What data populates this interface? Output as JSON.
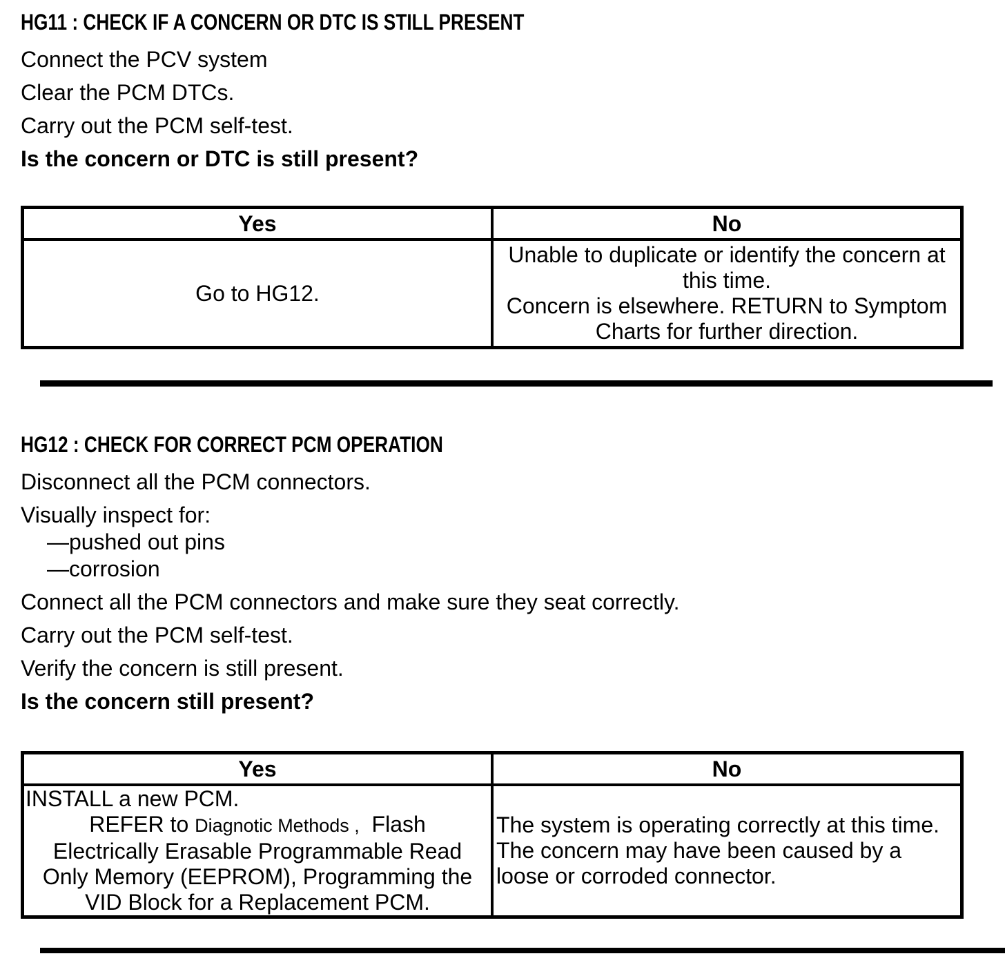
{
  "page": {
    "background_color": "#ffffff",
    "text_color": "#000000",
    "rule_color": "#000000"
  },
  "section_hg11": {
    "heading": "HG11 : CHECK IF A CONCERN OR DTC IS STILL PRESENT",
    "steps": [
      "Connect the PCV system",
      "Clear the PCM DTCs.",
      "Carry out the PCM self-test."
    ],
    "question": "Is the concern or DTC is still present?",
    "table": {
      "headers": [
        "Yes",
        "No"
      ],
      "yes_cell": "Go to HG12.",
      "no_cell_paragraphs": [
        "Unable to duplicate or identify the concern at this time.",
        "Concern is elsewhere. RETURN to Symptom Charts for further direction."
      ]
    }
  },
  "section_hg12": {
    "heading": "HG12 : CHECK FOR CORRECT PCM OPERATION",
    "steps_before_list": [
      "Disconnect all the PCM connectors.",
      "Visually inspect for:"
    ],
    "inspect_items": [
      "—pushed out pins",
      "—corrosion"
    ],
    "steps_after_list": [
      "Connect all the PCM connectors and make sure they seat correctly.",
      "Carry out the PCM self-test.",
      "Verify the concern is still present."
    ],
    "question": "Is the concern still present?",
    "table": {
      "headers": [
        "Yes",
        "No"
      ],
      "yes_cell": {
        "line1": "INSTALL a new PCM.",
        "line2_prefix": "REFER to ",
        "line2_link": "Diagnotic Methods ,",
        "line2_suffix": "  Flash",
        "line3": "Electrically Erasable Programmable Read",
        "line4": "Only Memory (EEPROM), Programming the",
        "line5": "VID Block for a Replacement PCM."
      },
      "no_cell_paragraphs": [
        "The system is operating correctly at this time.",
        "The concern may have been caused by a loose or corroded connector."
      ]
    }
  }
}
